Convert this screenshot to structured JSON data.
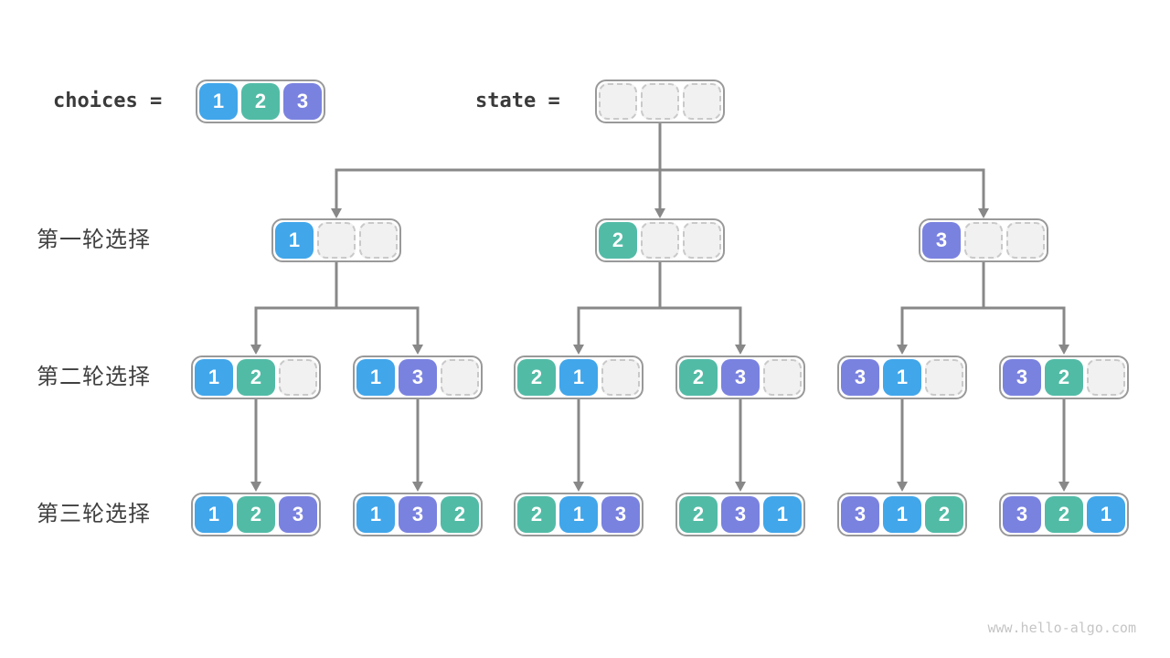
{
  "palette": {
    "1": "#41a6ea",
    "2": "#52bba6",
    "3": "#7a82df"
  },
  "colors": {
    "connector": "#888888",
    "box_border": "#999999",
    "empty_fill": "#f1f1f1",
    "empty_border": "#c9c9c9",
    "label_text": "#3a3a3a"
  },
  "header": {
    "choices_label": "choices =",
    "state_label": "state =",
    "choices": [
      1,
      2,
      3
    ],
    "state": [
      null,
      null,
      null
    ]
  },
  "rows": [
    {
      "label": "第一轮选择",
      "boxes": [
        [
          1,
          null,
          null
        ],
        [
          2,
          null,
          null
        ],
        [
          3,
          null,
          null
        ]
      ]
    },
    {
      "label": "第二轮选择",
      "boxes": [
        [
          1,
          2,
          null
        ],
        [
          1,
          3,
          null
        ],
        [
          2,
          1,
          null
        ],
        [
          2,
          3,
          null
        ],
        [
          3,
          1,
          null
        ],
        [
          3,
          2,
          null
        ]
      ]
    },
    {
      "label": "第三轮选择",
      "boxes": [
        [
          1,
          2,
          3
        ],
        [
          1,
          3,
          2
        ],
        [
          2,
          1,
          3
        ],
        [
          2,
          3,
          1
        ],
        [
          3,
          1,
          2
        ],
        [
          3,
          2,
          1
        ]
      ]
    }
  ],
  "footer": {
    "watermark": "www.hello-algo.com"
  }
}
